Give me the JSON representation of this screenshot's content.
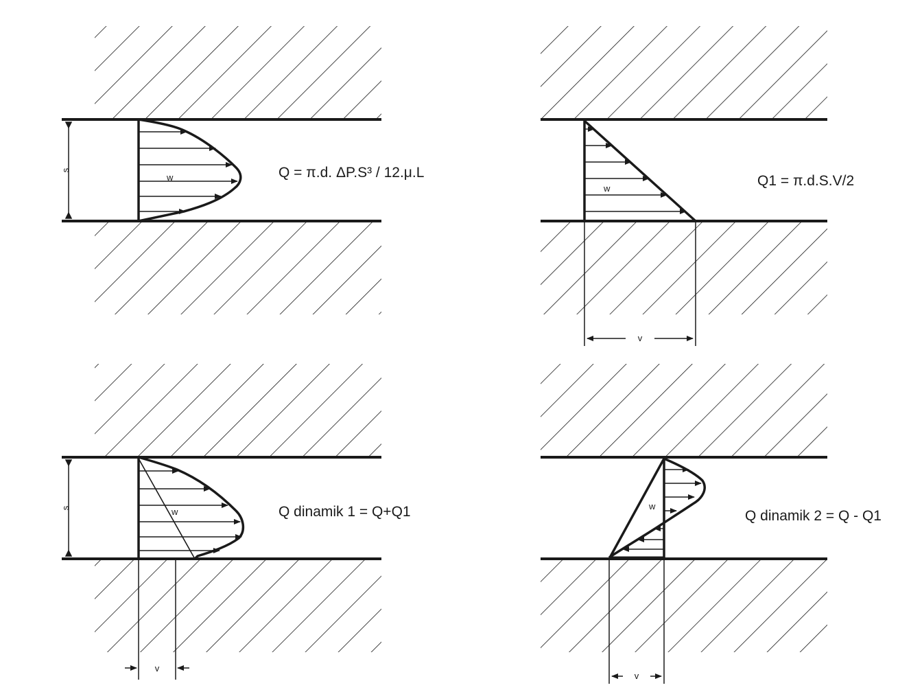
{
  "panels": {
    "top_left": {
      "formula": "Q = π.d. ΔP.S³ / 12.μ.L",
      "gap_label": "s",
      "profile_label": "w"
    },
    "top_right": {
      "formula": "Q1 = π.d.S.V/2",
      "profile_label": "w",
      "velocity_label": "v"
    },
    "bottom_left": {
      "formula": "Q dinamik 1 = Q+Q1",
      "gap_label": "s",
      "profile_label": "w",
      "velocity_label": "v"
    },
    "bottom_right": {
      "formula": "Q dinamik 2 = Q - Q1",
      "profile_label": "w",
      "velocity_label": "v"
    }
  },
  "colors": {
    "line": "#1a1a1a",
    "background": "#ffffff"
  }
}
